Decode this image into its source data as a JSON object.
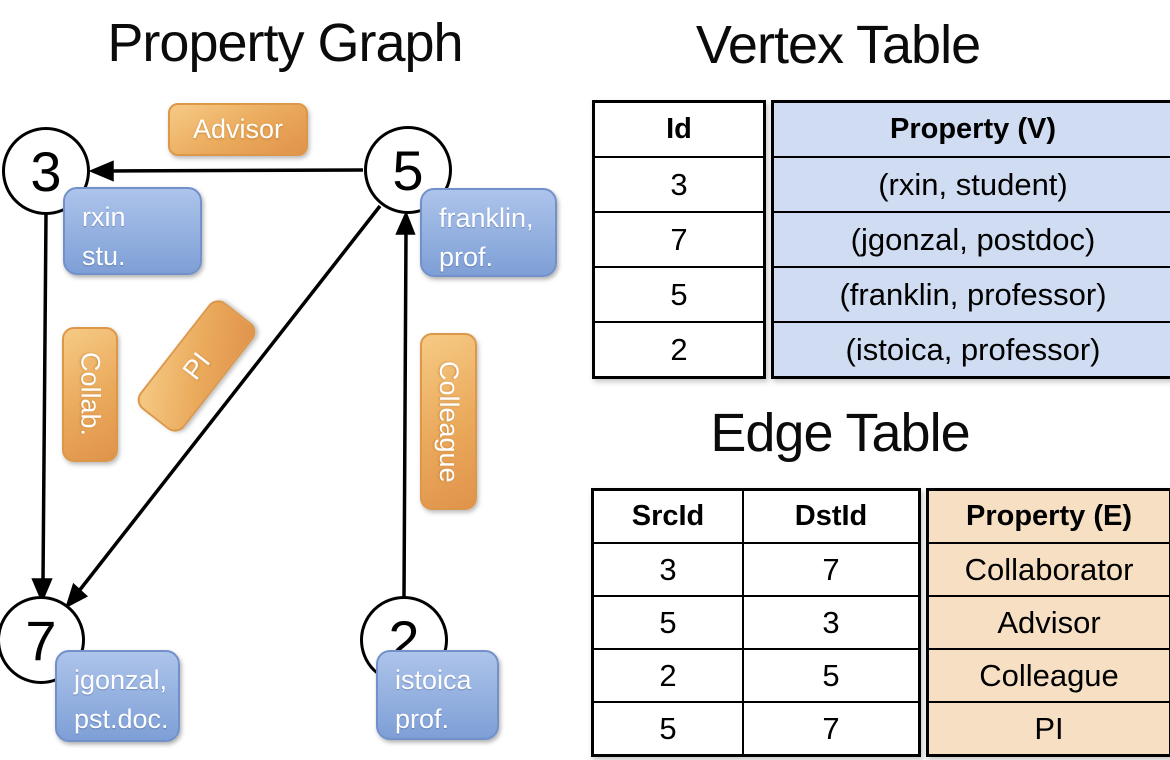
{
  "graph": {
    "title": "Property Graph",
    "nodes": [
      {
        "id": "3",
        "prop_line1": "rxin",
        "prop_line2": "stu."
      },
      {
        "id": "5",
        "prop_line1": "franklin,",
        "prop_line2": "prof."
      },
      {
        "id": "7",
        "prop_line1": "jgonzal,",
        "prop_line2": "pst.doc."
      },
      {
        "id": "2",
        "prop_line1": "istoica",
        "prop_line2": "prof."
      }
    ],
    "edge_labels": {
      "advisor": "Advisor",
      "collab": "Collab.",
      "pi": "PI",
      "colleague": "Colleague"
    },
    "edges": [
      {
        "src": "5",
        "dst": "3",
        "label": "Advisor"
      },
      {
        "src": "3",
        "dst": "7",
        "label": "Collab."
      },
      {
        "src": "5",
        "dst": "7",
        "label": "PI"
      },
      {
        "src": "2",
        "dst": "5",
        "label": "Colleague"
      }
    ]
  },
  "vertex_table": {
    "title": "Vertex Table",
    "columns": {
      "id": "Id",
      "property": "Property (V)"
    },
    "rows": [
      {
        "id": "3",
        "property": "(rxin, student)"
      },
      {
        "id": "7",
        "property": "(jgonzal, postdoc)"
      },
      {
        "id": "5",
        "property": "(franklin, professor)"
      },
      {
        "id": "2",
        "property": "(istoica, professor)"
      }
    ]
  },
  "edge_table": {
    "title": "Edge Table",
    "columns": {
      "src": "SrcId",
      "dst": "DstId",
      "property": "Property (E)"
    },
    "rows": [
      {
        "src": "3",
        "dst": "7",
        "property": "Collaborator"
      },
      {
        "src": "5",
        "dst": "3",
        "property": "Advisor"
      },
      {
        "src": "2",
        "dst": "5",
        "property": "Colleague"
      },
      {
        "src": "5",
        "dst": "7",
        "property": "PI"
      }
    ]
  },
  "colors": {
    "node_label_blue": "#7e9fd6",
    "edge_label_orange": "#e8a45a",
    "vertex_property_fill": "#cfdcf1",
    "edge_property_fill": "#f6dfc2",
    "line_black": "#000000"
  }
}
